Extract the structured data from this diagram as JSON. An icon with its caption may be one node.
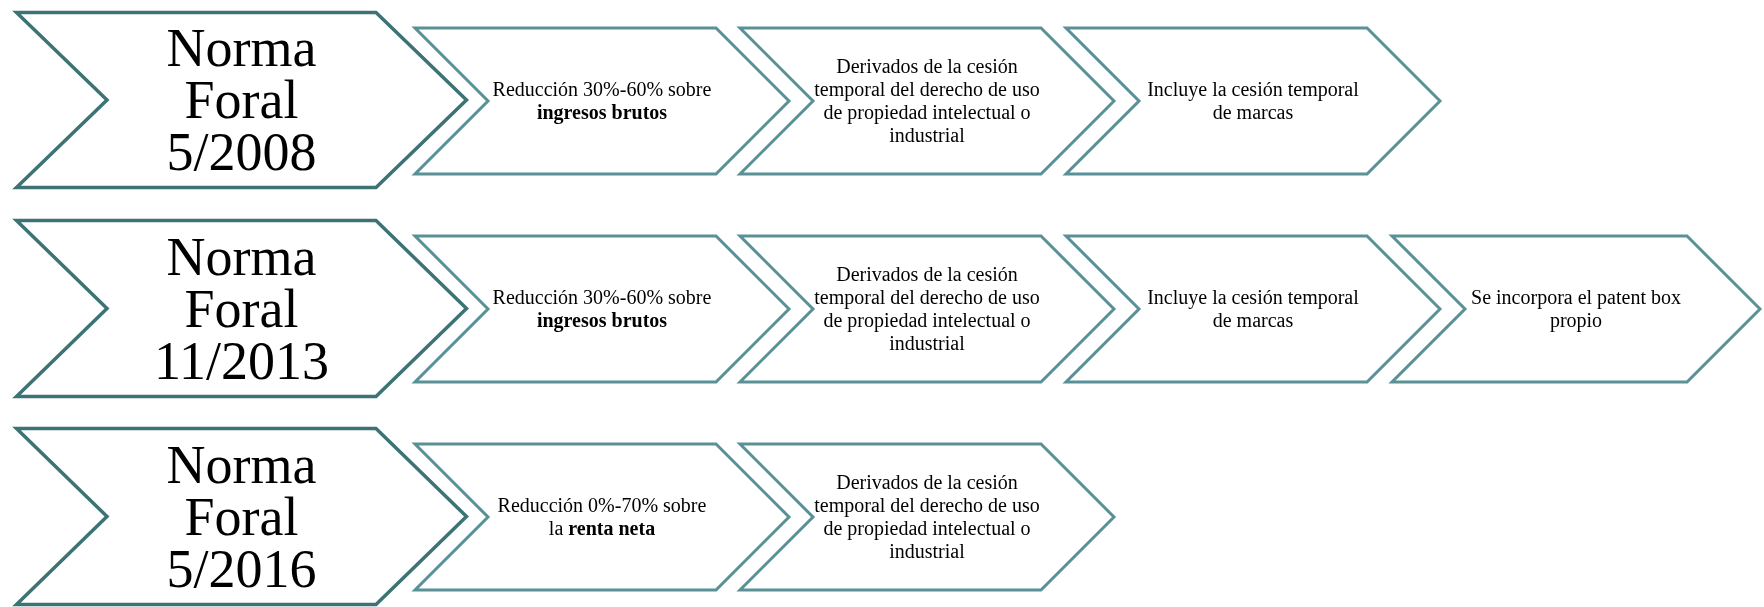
{
  "diagram": {
    "nodes": [
      {
        "text": [
          "Norma Foral 5/2008"
        ]
      },
      {
        "text": [
          "Reducción 30%-60% sobre **ingresos brutos**"
        ]
      },
      {
        "text": [
          "Derivados de la cesión temporal del derecho de uso de propiedad intelectual o industrial"
        ]
      },
      {
        "text": [
          "Incluye la cesión temporal de marcas"
        ]
      },
      {
        "text": [
          "Norma Foral 11/2013"
        ]
      },
      {
        "text": [
          "Reducción 30%-60% sobre **ingresos brutos**"
        ]
      },
      {
        "text": [
          "Derivados de la cesión temporal del derecho de uso de propiedad intelectual o industrial"
        ]
      },
      {
        "text": [
          "Incluye la cesión temporal de marcas"
        ]
      },
      {
        "text": [
          "Se incorpora el patent box propio"
        ]
      },
      {
        "text": [
          "Norma Foral 5/2016"
        ]
      },
      {
        "text": [
          "Reducción 0%-70% sobre la **renta neta**"
        ]
      },
      {
        "text": [
          "Derivados de la cesión temporal del derecho de uso de propiedad intelectual o industrial"
        ]
      }
    ]
  }
}
